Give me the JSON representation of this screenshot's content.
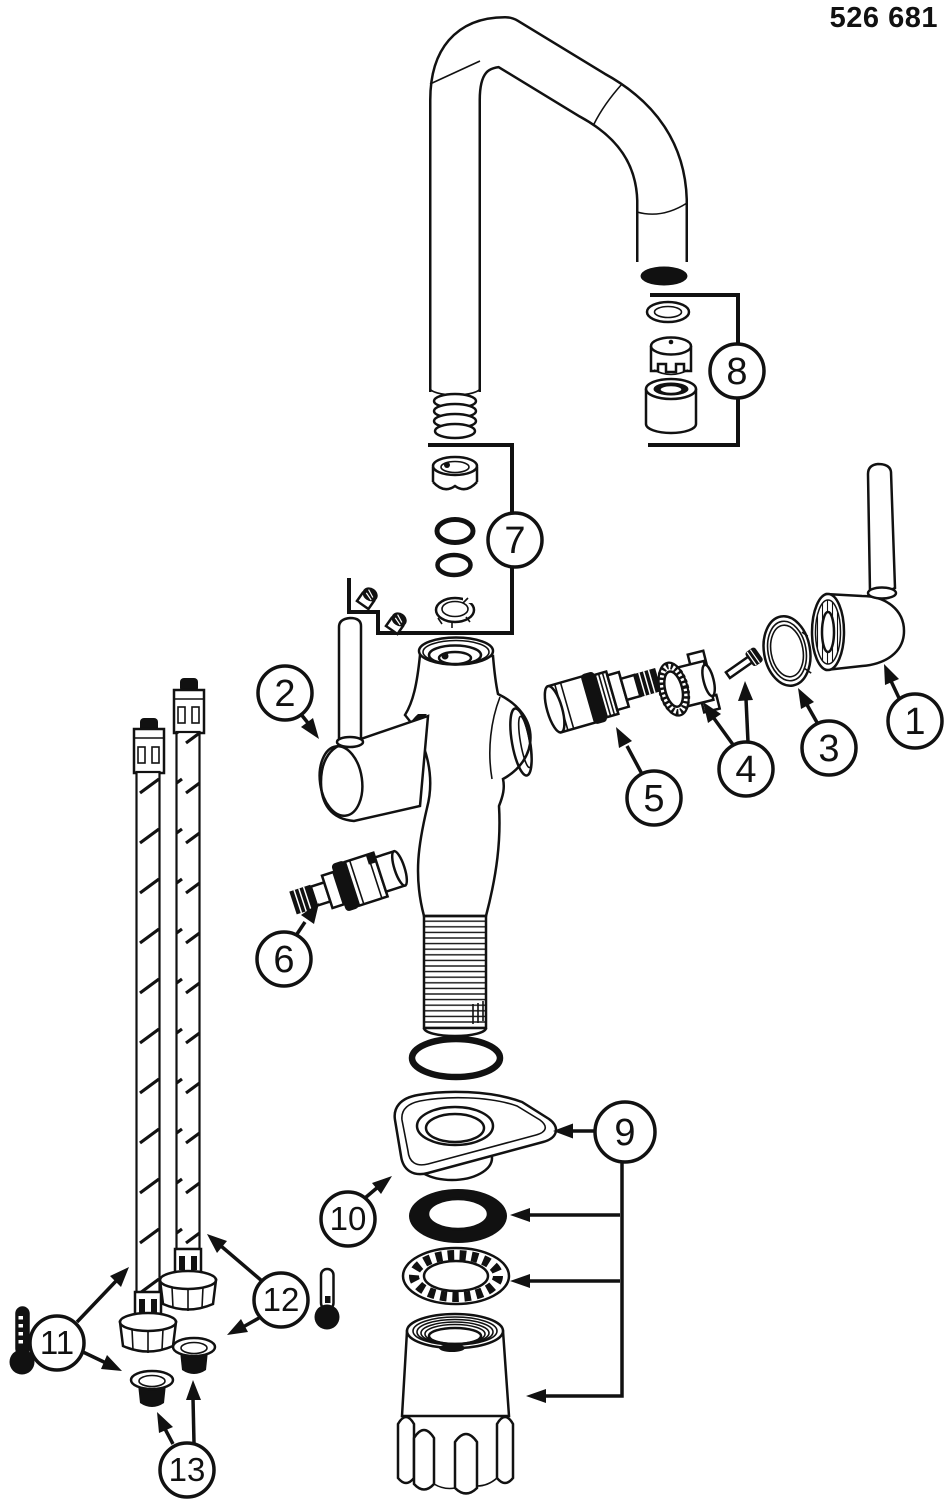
{
  "header": {
    "part_code": "526 681"
  },
  "callouts": {
    "c1": "1",
    "c2": "2",
    "c3": "3",
    "c4": "4",
    "c5": "5",
    "c6": "6",
    "c7": "7",
    "c8": "8",
    "c9": "9",
    "c10": "10",
    "c11": "11",
    "c12": "12",
    "c13": "13"
  },
  "icons": {
    "hot_thermometer": "hot-water-indicator",
    "cold_thermometer": "cold-water-indicator"
  },
  "colors": {
    "line": "#111111",
    "paper": "#ffffff",
    "dark_fill": "#111111"
  }
}
